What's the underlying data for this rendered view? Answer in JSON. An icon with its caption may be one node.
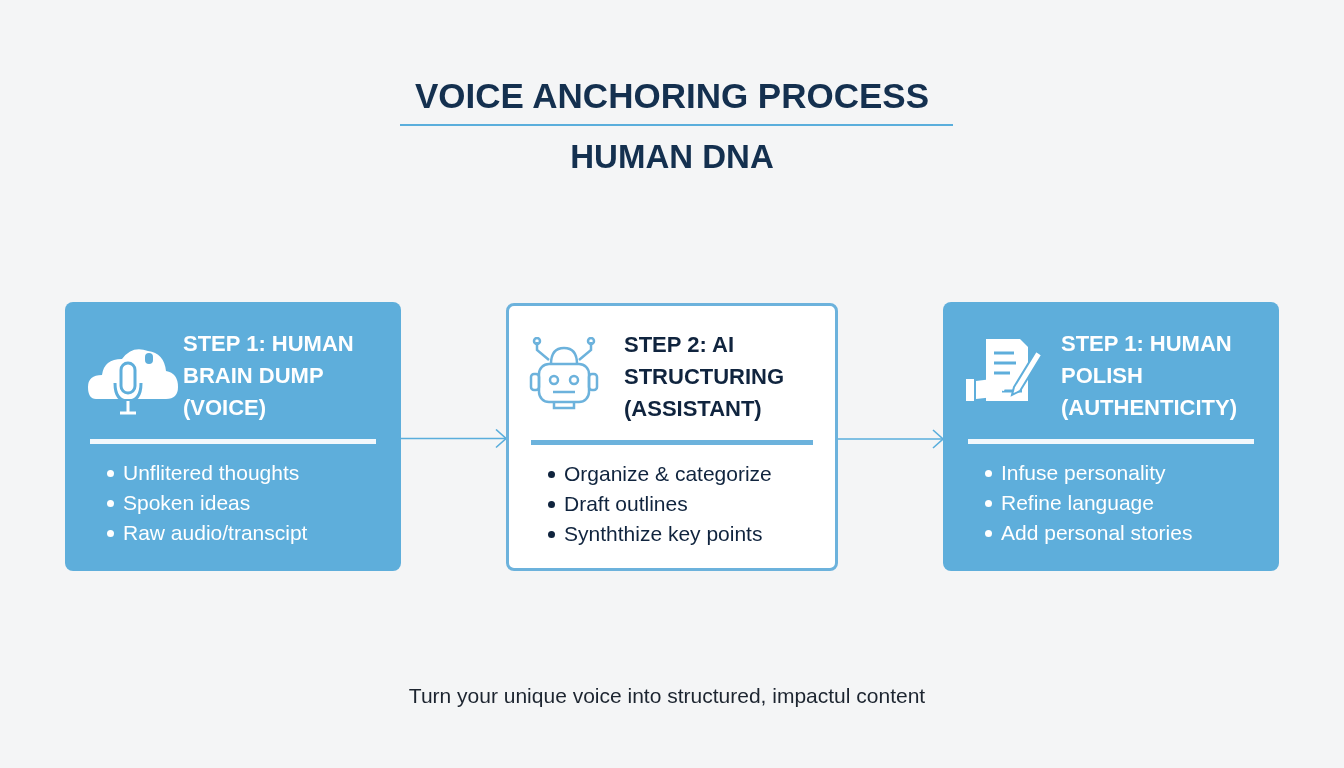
{
  "diagram": {
    "title": "VOICE ANCHORING PROCESS",
    "caption": "Turn your unique voice into structured, impactul content",
    "labels": [
      "HUMAN DNA"
    ],
    "nodes": [
      {
        "text": [
          "STEP 1: HUMAN BRAIN DUMP (VOICE)",
          "Unflitered thoughts",
          "Spoken ideas",
          "Raw audio/transcipt"
        ]
      },
      {
        "text": [
          "STEP 2: AI STRUCTURING (ASSISTANT)",
          "Organize & categorize",
          "Draft outlines",
          "Synththize key points"
        ]
      },
      {
        "text": [
          "STEP 1: HUMAN POLISH (AUTHENTICITY)",
          "Infuse personality",
          "Refine language",
          "Add personal stories"
        ]
      }
    ],
    "edges": [
      {
        "from": 0,
        "to": 1,
        "arrow": "to"
      },
      {
        "from": 1,
        "to": 2,
        "arrow": "to"
      }
    ]
  }
}
